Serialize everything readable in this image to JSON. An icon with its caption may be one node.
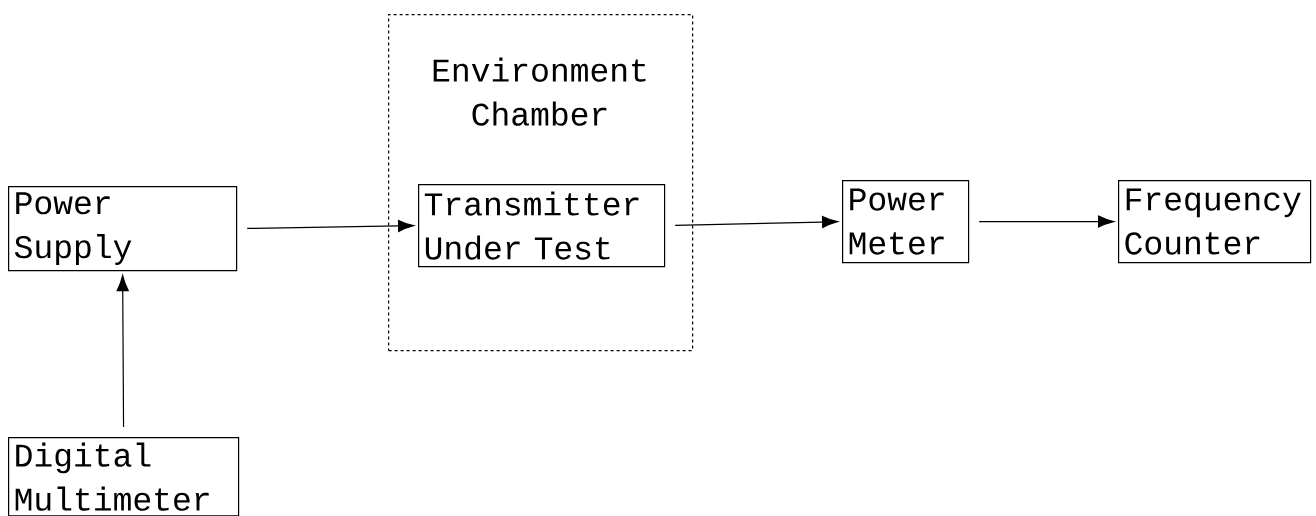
{
  "diagram": {
    "nodes": [
      {
        "text": [
          "Power Supply"
        ]
      },
      {
        "text": [
          "Environment Chamber"
        ]
      },
      {
        "text": [
          "Transmitter Under Test"
        ],
        "in": 1
      },
      {
        "text": [
          "Power Meter"
        ]
      },
      {
        "text": [
          "Frequency Counter"
        ]
      },
      {
        "text": [
          "Digital Multimeter"
        ]
      }
    ],
    "edges": [
      {
        "from": 0,
        "to": 2,
        "arrow": "to"
      },
      {
        "from": 2,
        "to": 3,
        "arrow": "to"
      },
      {
        "from": 3,
        "to": 4,
        "arrow": "to"
      },
      {
        "from": 5,
        "to": 0,
        "arrow": "to"
      }
    ]
  }
}
